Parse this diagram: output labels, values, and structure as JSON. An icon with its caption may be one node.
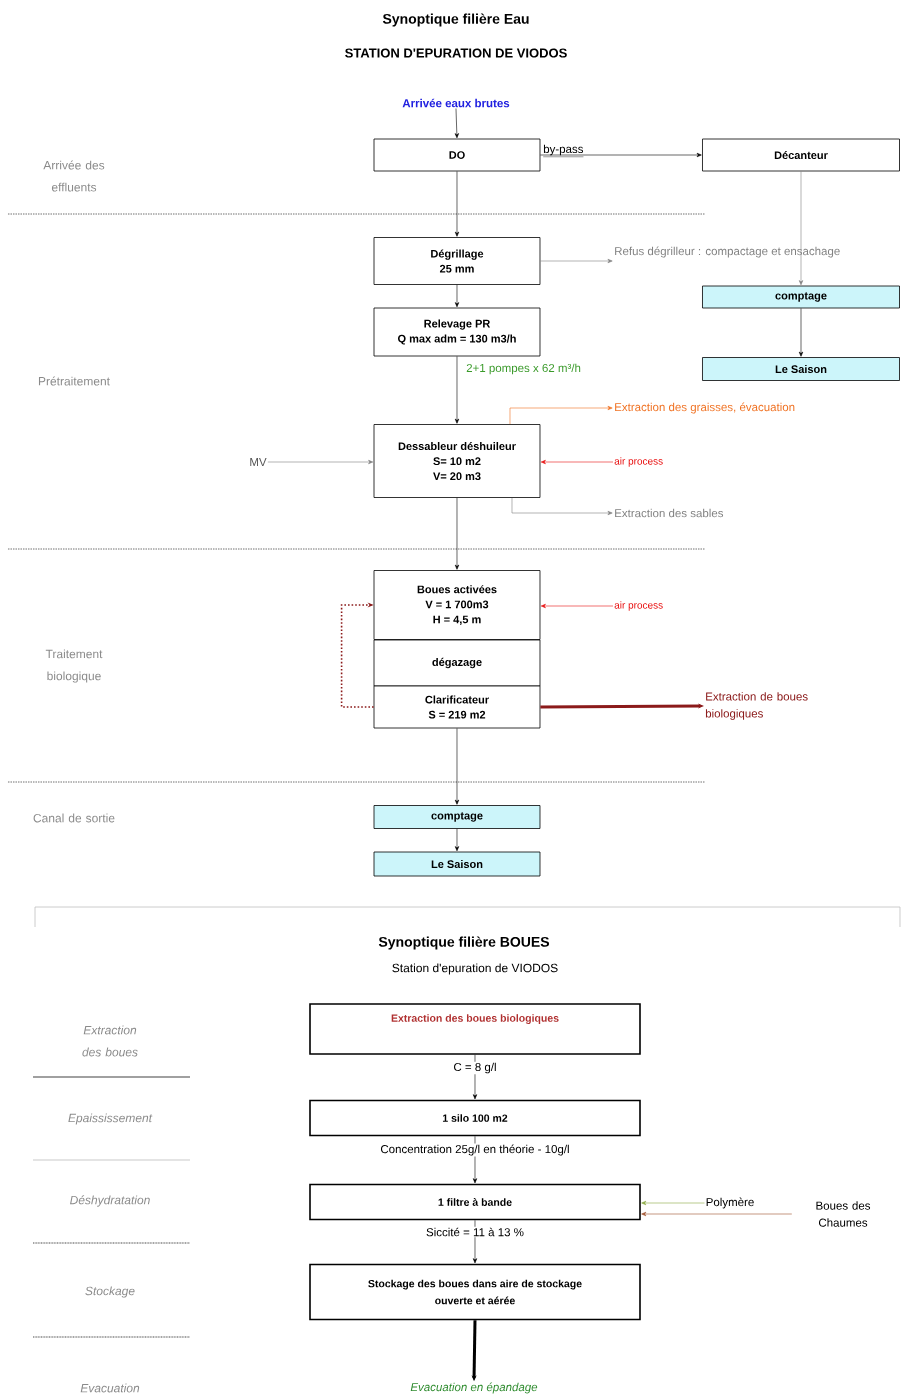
{
  "diagram": {
    "title": "Synoptique filière Eau",
    "nodes": [
      {
        "text": [
          "Arrivée eaux brutes"
        ]
      },
      {
        "text": [
          "DO"
        ]
      },
      {
        "text": [
          "Décanteur"
        ]
      },
      {
        "text": [
          "Dégrillage",
          "25 mm"
        ]
      },
      {
        "text": [
          "Refus dégrilleur : compactage et ensachage"
        ]
      },
      {
        "text": [
          "comptage"
        ]
      },
      {
        "text": [
          "Relevage PR",
          "Q max adm = 130 m3/h"
        ]
      },
      {
        "text": [
          "Le Saison"
        ]
      },
      {
        "text": [
          "Extraction des graisses, évacuation"
        ]
      },
      {
        "text": [
          "MV"
        ]
      },
      {
        "text": [
          "Dessableur déshuileur",
          "S= 10 m2",
          "V= 20 m3"
        ]
      },
      {
        "text": [
          "air process"
        ]
      },
      {
        "text": [
          "Extraction des sables"
        ]
      },
      {
        "text": [
          "Boues activées",
          "V = 1 700m3",
          "H = 4,5 m"
        ]
      },
      {
        "text": [
          "air process"
        ]
      },
      {
        "text": [
          "dégazage"
        ]
      },
      {
        "text": [
          "Clarificateur",
          "S = 219 m2"
        ]
      },
      {
        "text": [
          "Extraction de boues biologiques"
        ]
      },
      {
        "text": [
          "comptage"
        ]
      },
      {
        "text": [
          "Le Saison"
        ]
      },
      {
        "text": [
          "Extraction des boues biologiques"
        ]
      },
      {
        "text": [
          "1 silo 100 m2"
        ]
      },
      {
        "text": [
          "1 filtre à bande"
        ]
      },
      {
        "text": [
          "Polymère"
        ]
      },
      {
        "text": [
          "Boues des Chaumes"
        ]
      },
      {
        "text": [
          "Stockage des boues dans aire de stockage ouverte et aérée"
        ]
      },
      {
        "text": [
          "Evacuation en épandage"
        ]
      }
    ],
    "edges": [
      {
        "from": 0,
        "to": 1,
        "arrow": "to"
      },
      {
        "from": 1,
        "to": 2,
        "arrow": "to",
        "label": "by-pass"
      },
      {
        "from": 2,
        "to": 5,
        "arrow": "to",
        "color": "#808080"
      },
      {
        "from": 5,
        "to": 7,
        "arrow": "to"
      },
      {
        "from": 1,
        "to": 3,
        "arrow": "to"
      },
      {
        "from": 3,
        "to": 4,
        "arrow": "to",
        "color": "#808080"
      },
      {
        "from": 3,
        "to": 6,
        "arrow": "to"
      },
      {
        "from": 6,
        "to": 10,
        "arrow": "to",
        "label": "2+1 pompes x 62 m³/h"
      },
      {
        "from": 10,
        "to": 8,
        "arrow": "to",
        "color": "#f07020"
      },
      {
        "from": 9,
        "to": 10,
        "arrow": "to",
        "color": "#808080"
      },
      {
        "from": 11,
        "to": 10,
        "arrow": "to",
        "color": "#e81010"
      },
      {
        "from": 10,
        "to": 12,
        "arrow": "to",
        "color": "#808080"
      },
      {
        "from": 10,
        "to": 13,
        "arrow": "to"
      },
      {
        "from": 14,
        "to": 13,
        "arrow": "to",
        "color": "#e81010"
      },
      {
        "from": 16,
        "to": 13,
        "arrow": "to",
        "style": "dashed",
        "color": "#8b1a1a"
      },
      {
        "from": 16,
        "to": 17,
        "arrow": "to",
        "style": "thick",
        "color": "#8b1a1a"
      },
      {
        "from": 16,
        "to": 18,
        "arrow": "to"
      },
      {
        "from": 18,
        "to": 19,
        "arrow": "to"
      },
      {
        "from": 20,
        "to": 21,
        "arrow": "to",
        "label": "C = 8 g/l"
      },
      {
        "from": 21,
        "to": 22,
        "arrow": "to",
        "label": "Concentration 25g/l en théorie - 10g/l"
      },
      {
        "from": 23,
        "to": 22,
        "arrow": "to",
        "color": "#8aa840"
      },
      {
        "from": 24,
        "to": 22,
        "arrow": "to",
        "color": "#a0522d"
      },
      {
        "from": 22,
        "to": 25,
        "arrow": "to",
        "label": "Siccité = 11 à 13 %"
      },
      {
        "from": 25,
        "to": 26,
        "arrow": "to",
        "style": "thick"
      }
    ],
    "labels": [
      "STATION D'EPURATION DE VIODOS",
      "Arrivée des effluents",
      "Prétraitement",
      "Traitement biologique",
      "Canal de sortie",
      "Synoptique filière BOUES",
      "Station d'epuration de VIODOS",
      "Extraction des boues",
      "Epaississement",
      "Déshydratation",
      "Stockage",
      "Evacuation"
    ]
  }
}
